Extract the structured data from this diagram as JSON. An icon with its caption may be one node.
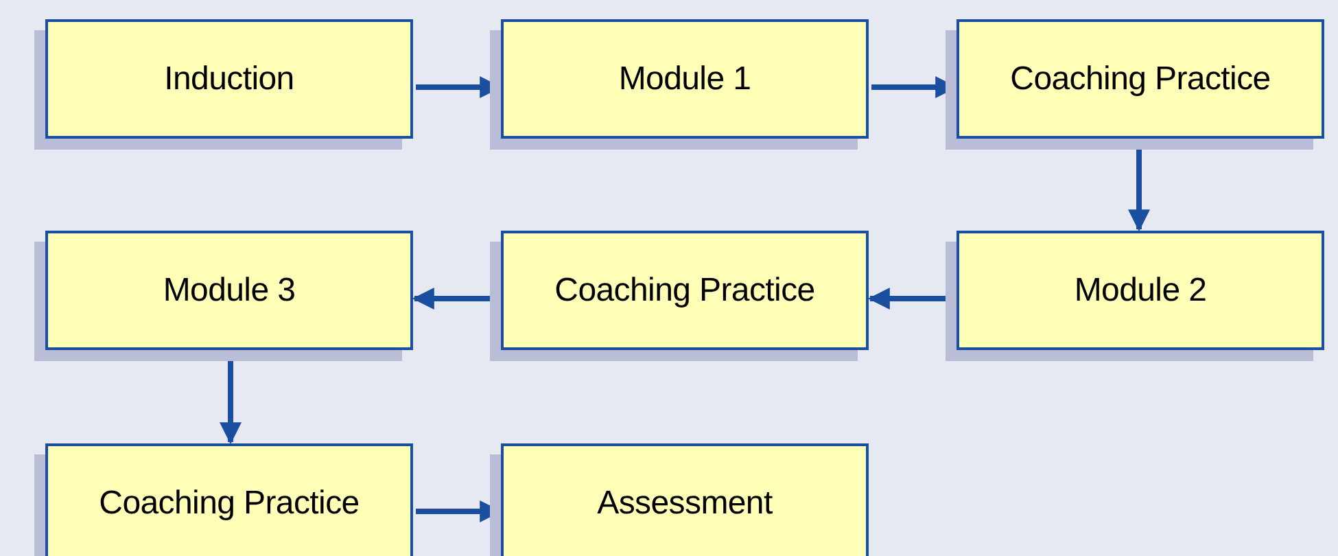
{
  "diagram": {
    "nodes": [
      {
        "text": [
          "Induction"
        ]
      },
      {
        "text": [
          "Module 1"
        ]
      },
      {
        "text": [
          "Coaching Practice"
        ]
      },
      {
        "text": [
          "Module 3"
        ]
      },
      {
        "text": [
          "Coaching Practice"
        ]
      },
      {
        "text": [
          "Module 2"
        ]
      },
      {
        "text": [
          "Coaching Practice"
        ]
      },
      {
        "text": [
          "Assessment"
        ]
      }
    ],
    "edges": [
      {
        "from": 0,
        "to": 1,
        "arrow": "to"
      },
      {
        "from": 1,
        "to": 2,
        "arrow": "to"
      },
      {
        "from": 2,
        "to": 5,
        "arrow": "to"
      },
      {
        "from": 5,
        "to": 4,
        "arrow": "to"
      },
      {
        "from": 4,
        "to": 3,
        "arrow": "to"
      },
      {
        "from": 3,
        "to": 6,
        "arrow": "to"
      },
      {
        "from": 6,
        "to": 7,
        "arrow": "to"
      }
    ]
  }
}
